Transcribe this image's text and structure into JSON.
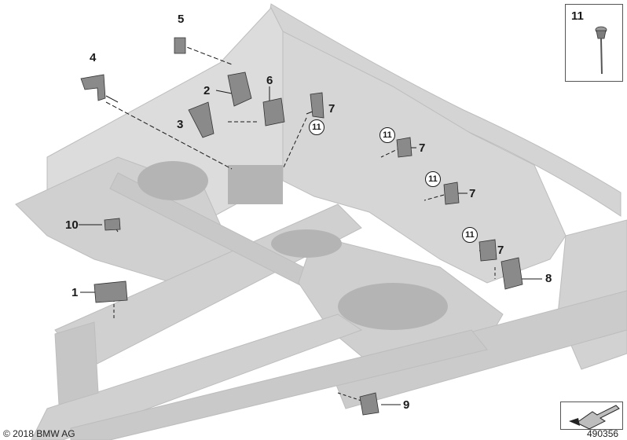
{
  "callouts": {
    "c1": "1",
    "c2": "2",
    "c3": "3",
    "c4": "4",
    "c5": "5",
    "c6": "6",
    "c7a": "7",
    "c7b": "7",
    "c7c": "7",
    "c7d": "7",
    "c8": "8",
    "c9": "9",
    "c10": "10"
  },
  "circled": {
    "a": "11",
    "b": "11",
    "c": "11",
    "d": "11"
  },
  "inset": {
    "number": "11"
  },
  "footer": {
    "copyright": "© 2018 BMW AG",
    "diagram_number": "490356"
  },
  "colors": {
    "frame": "#d8d8d8",
    "frame_dark": "#b8b8b8",
    "bracket": "#7a7a7a",
    "text": "#1a1a1a"
  }
}
